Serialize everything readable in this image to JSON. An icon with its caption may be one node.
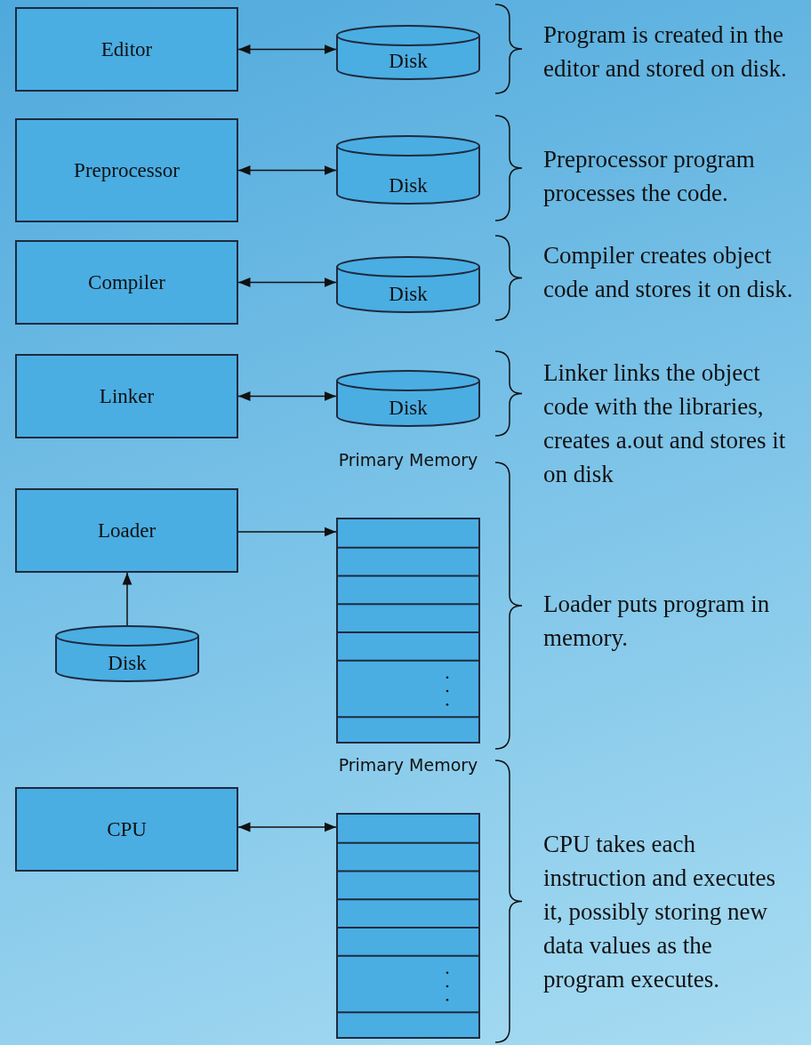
{
  "diagram": {
    "nodes": [
      {
        "text": [
          "Editor"
        ]
      },
      {
        "text": [
          "Disk"
        ]
      },
      {
        "text": [
          "Preprocessor"
        ]
      },
      {
        "text": [
          "Disk"
        ]
      },
      {
        "text": [
          "Compiler"
        ]
      },
      {
        "text": [
          "Disk"
        ]
      },
      {
        "text": [
          "Linker"
        ]
      },
      {
        "text": [
          "Disk"
        ]
      },
      {
        "text": [
          "Loader"
        ]
      },
      {
        "text": [
          "Primary Memory"
        ]
      },
      {
        "text": [
          "Disk"
        ]
      },
      {
        "text": [
          "CPU"
        ]
      },
      {
        "text": [
          "Primary Memory"
        ]
      }
    ],
    "edges": [
      {
        "from": 0,
        "to": 1,
        "arrow": "both"
      },
      {
        "from": 2,
        "to": 3,
        "arrow": "both"
      },
      {
        "from": 4,
        "to": 5,
        "arrow": "both"
      },
      {
        "from": 6,
        "to": 7,
        "arrow": "both"
      },
      {
        "from": 8,
        "to": 9,
        "arrow": "to"
      },
      {
        "from": 10,
        "to": 8,
        "arrow": "to"
      },
      {
        "from": 11,
        "to": 12,
        "arrow": "both"
      }
    ],
    "labels": [
      "Program is created in the editor and stored on disk.",
      "Preprocessor program processes the code.",
      "Compiler creates object code and stores it on disk.",
      "Linker links the object code with the libraries, creates a.out and stores it on disk",
      "Loader puts program in memory.",
      "CPU takes each instruction and executes it, possibly storing new data values as the program executes."
    ]
  }
}
